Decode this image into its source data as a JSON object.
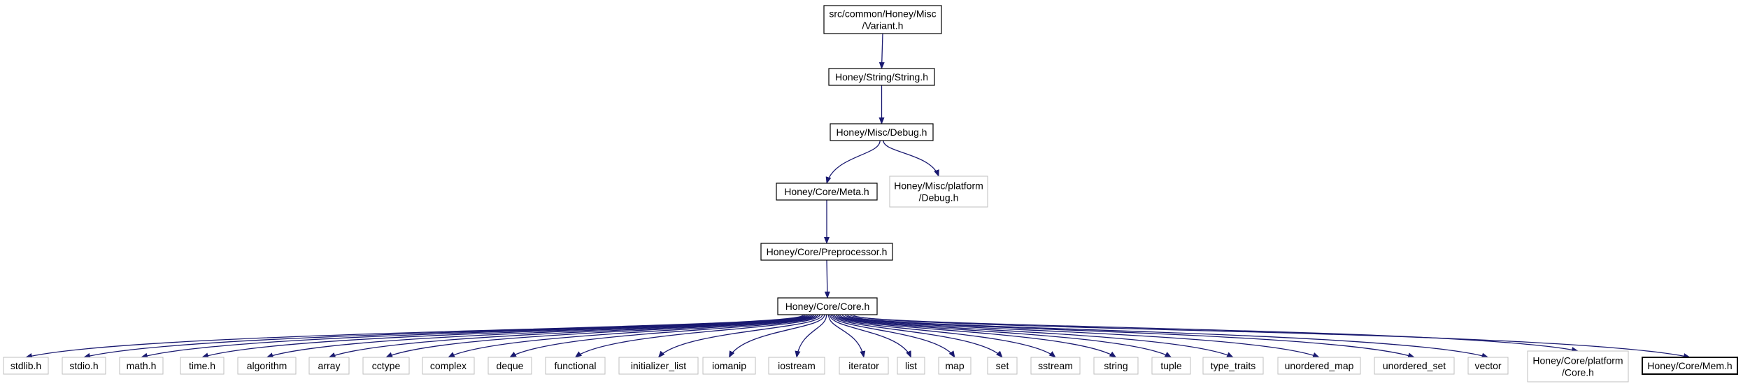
{
  "colors": {
    "edge": "#191970",
    "root_fill": "#bfbfbf",
    "documented_border": "#000000",
    "undocumented_border": "#bfbfbf",
    "text": "#000000"
  },
  "nodes": [
    {
      "id": "variant",
      "lines": [
        "src/common/Honey/Misc",
        "/Variant.h"
      ],
      "style": "root"
    },
    {
      "id": "string",
      "lines": [
        "Honey/String/String.h"
      ],
      "style": "documented"
    },
    {
      "id": "debug",
      "lines": [
        "Honey/Misc/Debug.h"
      ],
      "style": "documented"
    },
    {
      "id": "meta",
      "lines": [
        "Honey/Core/Meta.h"
      ],
      "style": "documented"
    },
    {
      "id": "platform-debug",
      "lines": [
        "Honey/Misc/platform",
        "/Debug.h"
      ],
      "style": "undocumented"
    },
    {
      "id": "preprocessor",
      "lines": [
        "Honey/Core/Preprocessor.h"
      ],
      "style": "documented"
    },
    {
      "id": "core",
      "lines": [
        "Honey/Core/Core.h"
      ],
      "style": "documented"
    },
    {
      "id": "stdlib",
      "lines": [
        "stdlib.h"
      ],
      "style": "undocumented"
    },
    {
      "id": "stdio",
      "lines": [
        "stdio.h"
      ],
      "style": "undocumented"
    },
    {
      "id": "math",
      "lines": [
        "math.h"
      ],
      "style": "undocumented"
    },
    {
      "id": "time",
      "lines": [
        "time.h"
      ],
      "style": "undocumented"
    },
    {
      "id": "algorithm",
      "lines": [
        "algorithm"
      ],
      "style": "undocumented"
    },
    {
      "id": "array",
      "lines": [
        "array"
      ],
      "style": "undocumented"
    },
    {
      "id": "cctype",
      "lines": [
        "cctype"
      ],
      "style": "undocumented"
    },
    {
      "id": "complex",
      "lines": [
        "complex"
      ],
      "style": "undocumented"
    },
    {
      "id": "deque",
      "lines": [
        "deque"
      ],
      "style": "undocumented"
    },
    {
      "id": "functional",
      "lines": [
        "functional"
      ],
      "style": "undocumented"
    },
    {
      "id": "initializer-list",
      "lines": [
        "initializer_list"
      ],
      "style": "undocumented"
    },
    {
      "id": "iomanip",
      "lines": [
        "iomanip"
      ],
      "style": "undocumented"
    },
    {
      "id": "iostream",
      "lines": [
        "iostream"
      ],
      "style": "undocumented"
    },
    {
      "id": "iterator",
      "lines": [
        "iterator"
      ],
      "style": "undocumented"
    },
    {
      "id": "list",
      "lines": [
        "list"
      ],
      "style": "undocumented"
    },
    {
      "id": "map",
      "lines": [
        "map"
      ],
      "style": "undocumented"
    },
    {
      "id": "set",
      "lines": [
        "set"
      ],
      "style": "undocumented"
    },
    {
      "id": "sstream",
      "lines": [
        "sstream"
      ],
      "style": "undocumented"
    },
    {
      "id": "string-std",
      "lines": [
        "string"
      ],
      "style": "undocumented"
    },
    {
      "id": "tuple",
      "lines": [
        "tuple"
      ],
      "style": "undocumented"
    },
    {
      "id": "type-traits",
      "lines": [
        "type_traits"
      ],
      "style": "undocumented"
    },
    {
      "id": "unordered-map",
      "lines": [
        "unordered_map"
      ],
      "style": "undocumented"
    },
    {
      "id": "unordered-set",
      "lines": [
        "unordered_set"
      ],
      "style": "undocumented"
    },
    {
      "id": "vector",
      "lines": [
        "vector"
      ],
      "style": "undocumented"
    },
    {
      "id": "platform-core",
      "lines": [
        "Honey/Core/platform",
        "/Core.h"
      ],
      "style": "undocumented"
    },
    {
      "id": "mem",
      "lines": [
        "Honey/Core/Mem.h"
      ],
      "style": "documented"
    }
  ],
  "edges": [
    [
      "variant",
      "string"
    ],
    [
      "string",
      "debug"
    ],
    [
      "debug",
      "meta"
    ],
    [
      "debug",
      "platform-debug"
    ],
    [
      "meta",
      "preprocessor"
    ],
    [
      "preprocessor",
      "core"
    ],
    [
      "core",
      "stdlib"
    ],
    [
      "core",
      "stdio"
    ],
    [
      "core",
      "math"
    ],
    [
      "core",
      "time"
    ],
    [
      "core",
      "algorithm"
    ],
    [
      "core",
      "array"
    ],
    [
      "core",
      "cctype"
    ],
    [
      "core",
      "complex"
    ],
    [
      "core",
      "deque"
    ],
    [
      "core",
      "functional"
    ],
    [
      "core",
      "initializer-list"
    ],
    [
      "core",
      "iomanip"
    ],
    [
      "core",
      "iostream"
    ],
    [
      "core",
      "iterator"
    ],
    [
      "core",
      "list"
    ],
    [
      "core",
      "map"
    ],
    [
      "core",
      "set"
    ],
    [
      "core",
      "sstream"
    ],
    [
      "core",
      "string-std"
    ],
    [
      "core",
      "tuple"
    ],
    [
      "core",
      "type-traits"
    ],
    [
      "core",
      "unordered-map"
    ],
    [
      "core",
      "unordered-set"
    ],
    [
      "core",
      "vector"
    ],
    [
      "core",
      "platform-core"
    ],
    [
      "core",
      "mem"
    ]
  ]
}
